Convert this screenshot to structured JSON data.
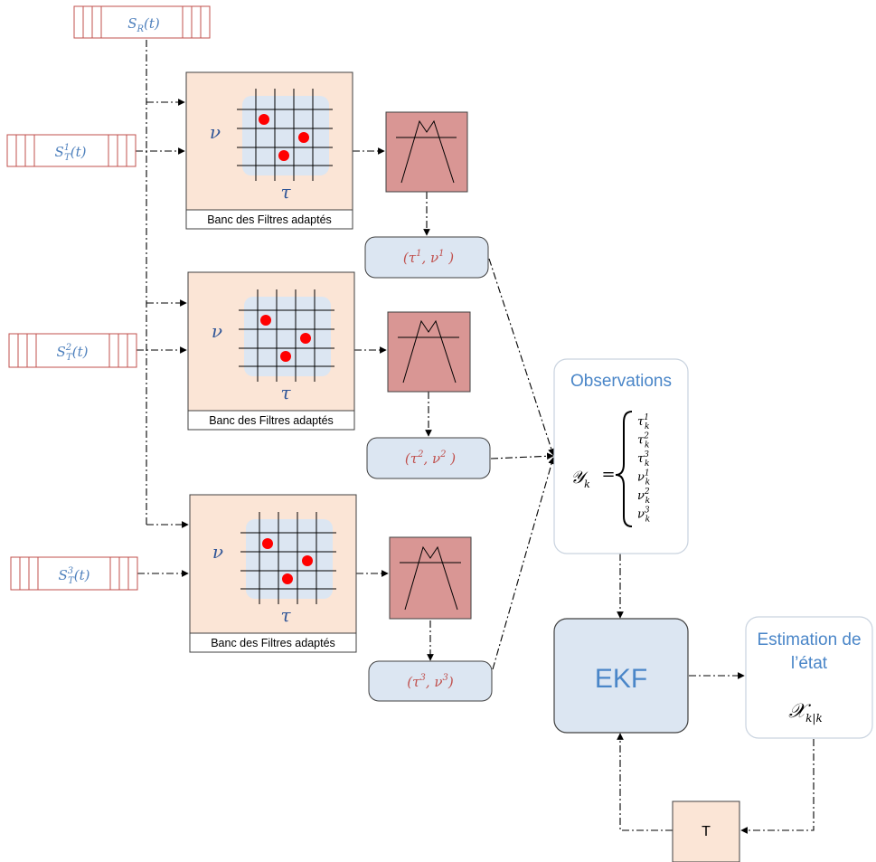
{
  "signals": {
    "reference": {
      "base": "S",
      "sub": "R",
      "arg": "(t)"
    },
    "targets": [
      {
        "base": "S",
        "sup": "1",
        "sub": "T",
        "arg": "(t)"
      },
      {
        "base": "S",
        "sup": "2",
        "sub": "T",
        "arg": "(t)"
      },
      {
        "base": "S",
        "sup": "3",
        "sub": "T",
        "arg": "(t)"
      }
    ]
  },
  "filter_banks": [
    {
      "label": "Banc des Filtres adaptés",
      "nu": "ν",
      "tau": "τ"
    },
    {
      "label": "Banc des Filtres adaptés",
      "nu": "ν",
      "tau": "τ"
    },
    {
      "label": "Banc des Filtres adaptés",
      "nu": "ν",
      "tau": "τ"
    }
  ],
  "estimates": [
    {
      "open": "(τ",
      "sup1": "1",
      "mid": ", ν",
      "sup2": "1",
      "close": " )"
    },
    {
      "open": "(τ",
      "sup1": "2",
      "mid": ", ν",
      "sup2": "2",
      "close": " )"
    },
    {
      "open": "(τ",
      "sup1": "3",
      "mid": ", ν",
      "sup2": "3",
      "close": ")"
    }
  ],
  "observations": {
    "title": "Observations",
    "lhs": "𝒴",
    "lhs_sub": "k",
    "equals": "=",
    "items": [
      {
        "base": "τ",
        "sup": "1",
        "sub": "k"
      },
      {
        "base": "τ",
        "sup": "2",
        "sub": "k"
      },
      {
        "base": "τ",
        "sup": "3",
        "sub": "k"
      },
      {
        "base": "ν",
        "sup": "1",
        "sub": "k"
      },
      {
        "base": "ν",
        "sup": "2",
        "sub": "k"
      },
      {
        "base": "ν",
        "sup": "3",
        "sub": "k"
      }
    ]
  },
  "ekf": {
    "label": "EKF"
  },
  "state_estimate": {
    "title_line1": "Estimation de",
    "title_line2": "l’état",
    "symbol": "𝒳",
    "symbol_sub": "k|k"
  },
  "delay": {
    "label": "T"
  },
  "colors": {
    "signal_box_stroke": "#c0504d",
    "signal_text": "#4f81bd",
    "bank_fill": "#fbe5d6",
    "bank_stroke": "#404040",
    "grid_bg": "#dce6f2",
    "dot": "#ff0000",
    "peak_fill": "#d99694",
    "estimate_fill": "#dce6f2",
    "estimate_text": "#c0504d",
    "title_blue": "#4a86c8",
    "ekf_fill": "#dce6f2",
    "delay_fill": "#fbe5d6",
    "connector": "#000000"
  }
}
